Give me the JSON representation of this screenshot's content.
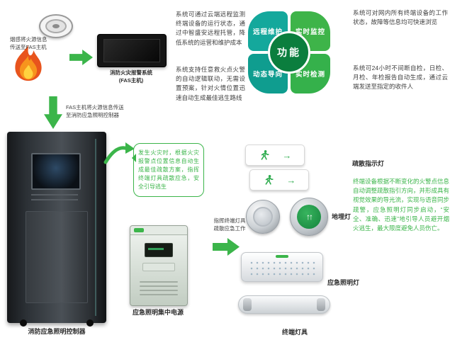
{
  "colors": {
    "green": "#3bb54a",
    "teal": "#14a89c",
    "dark_green": "#0b7e3e",
    "body_text": "#3f3f3f"
  },
  "top_left": {
    "smoke_note": "烟感将火源信息\n传送至FAS主机",
    "fas_caption": "消防火灾报警系统\n(FAS主机)",
    "down_note": "FAS主机将火源信息传送\n至消防应急照明控制器"
  },
  "paragraphs": {
    "cloud_monitor": "系统可通过云端远程监测终端设备的运行状态，通过中智盛安远程托管，降低系统的运营和维护成本",
    "auto_logic": "系统支持任意救火点火警的自动逻辑联动，无需设置预案，针对火情位置迅速自动生成最佳逃生路线",
    "status_browse": "系统可对网内所有终端设备的工作状态，故障等信息均可快速浏览",
    "self_check": "系统可24小时不间断自检，日检、月检、年检报告自动生成，通过云端发送至指定的收件人",
    "terminal_guide": "终端设备根据不断变化的火警点信息自动调整疏散指引方向，并形成具有视觉效果的导光流，实现与语音同步疏警，应急照明灯同步启动，“安全、准确、迅速”地引导人员避开烟火逃生，最大限度避免人员伤亡。"
  },
  "function_diagram": {
    "center_label": "功能",
    "petals": [
      {
        "label": "远程维护",
        "color": "#14a89c"
      },
      {
        "label": "实时监控",
        "color": "#3eb449"
      },
      {
        "label": "动态导向",
        "color": "#0f9d8f"
      },
      {
        "label": "实时检测",
        "color": "#35b14b"
      }
    ]
  },
  "controller": {
    "cabinet_caption": "消防应急照明控制器",
    "bubble_text": "发生火灾时，根据火灾报警点位置信息自动生成最佳疏散方案，指挥终端灯具疏散应急，安全引导逃生",
    "psu_caption": "应急照明集中电源",
    "command_note": "指挥终端灯具\n疏散应急工作"
  },
  "terminals": {
    "exit_sign_label": "疏散指示灯",
    "ground_light_label": "地埋灯",
    "emergency_light_label": "应急照明灯",
    "group_caption": "终端灯具",
    "exit_arrow": "→",
    "ground_arrows": "↑↑"
  }
}
